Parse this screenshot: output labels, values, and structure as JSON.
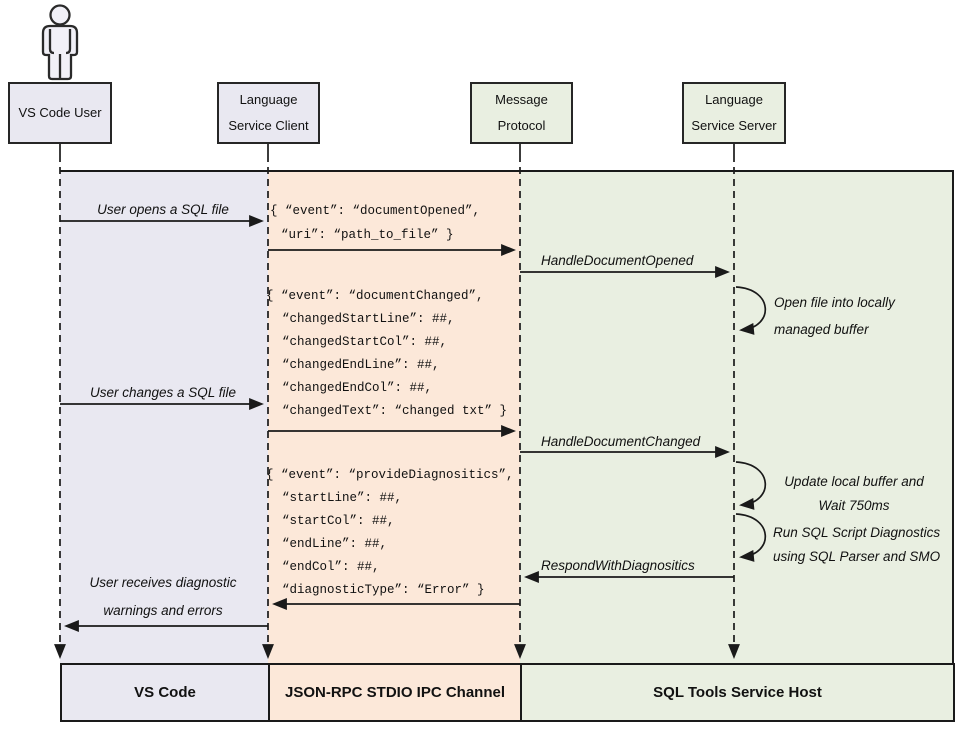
{
  "actors": {
    "user": {
      "name": "VS Code User"
    },
    "client": {
      "line1": "Language",
      "line2": "Service Client"
    },
    "protocol": {
      "line1": "Message",
      "line2": "Protocol"
    },
    "server": {
      "line1": "Language",
      "line2": "Service Server"
    }
  },
  "labels": {
    "user_opens": "User opens a SQL file",
    "user_changes": "User changes a SQL file",
    "user_receives_line1": "User receives diagnostic",
    "user_receives_line2": "warnings and errors",
    "handle_document_opened": "HandleDocumentOpened",
    "handle_document_changed": "HandleDocumentChanged",
    "respond_with_diagnostics": "RespondWithDiagnositics"
  },
  "notes": {
    "open_file_line1": "Open file into locally",
    "open_file_line2": "managed buffer",
    "update_buffer_line1": "Update local buffer and",
    "update_buffer_line2": "Wait 750ms",
    "run_diagnostics_line1": "Run SQL Script Diagnostics",
    "run_diagnostics_line2": "using SQL Parser and SMO"
  },
  "payloads": {
    "document_opened": [
      "{ “event”: “documentOpened”,",
      "“uri”: “path_to_file” }"
    ],
    "document_changed": [
      "{ “event”: “documentChanged”,",
      "“changedStartLine”: ##,",
      "“changedStartCol”: ##,",
      "“changedEndLine”: ##,",
      "“changedEndCol”: ##,",
      "“changedText”: “changed txt” }"
    ],
    "provide_diagnostics": [
      "{ “event”: “provideDiagnositics”,",
      "“startLine”: ##,",
      "“startCol”: ##,",
      "“endLine”: ##,",
      "“endCol”: ##,",
      "“diagnosticType”: “Error” }"
    ]
  },
  "footer": {
    "user_lane": "VS Code",
    "ipc_lane": "JSON-RPC STDIO IPC Channel",
    "host_lane": "SQL Tools Service Host"
  },
  "colors": {
    "lane_user": "#e9e8f1",
    "lane_ipc": "#fce8d9",
    "lane_host": "#e9efe1",
    "stroke": "#1a1a1a"
  }
}
